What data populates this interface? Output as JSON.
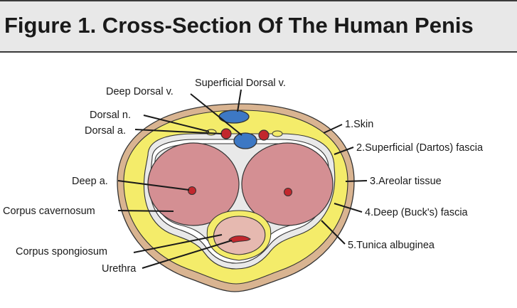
{
  "title": "Figure 1. Cross-Section Of The Human Penis",
  "labels": {
    "superficial_dorsal_vein": "Superficial Dorsal v.",
    "deep_dorsal_vein": "Deep Dorsal v.",
    "dorsal_nerve": "Dorsal n.",
    "dorsal_artery": "Dorsal a.",
    "deep_artery": "Deep a.",
    "corpus_cavernosum": "Corpus cavernosum",
    "corpus_spongiosum": "Corpus spongiosum",
    "urethra": "Urethra",
    "skin": "1.Skin",
    "superficial_fascia": "2.Superficial (Dartos) fascia",
    "areolar_tissue": "3.Areolar tissue",
    "deep_fascia": "4.Deep (Buck's) fascia",
    "tunica_albuginea": "5.Tunica albuginea"
  },
  "colors": {
    "skin": "#d9b491",
    "fascia": "#f4ec6a",
    "areolar": "#e9e9e9",
    "cavernosum": "#d48f93",
    "spongiosum": "#e6b9b0",
    "vein": "#3d78c4",
    "artery": "#c2272d",
    "nerve": "#f4ec6a"
  }
}
